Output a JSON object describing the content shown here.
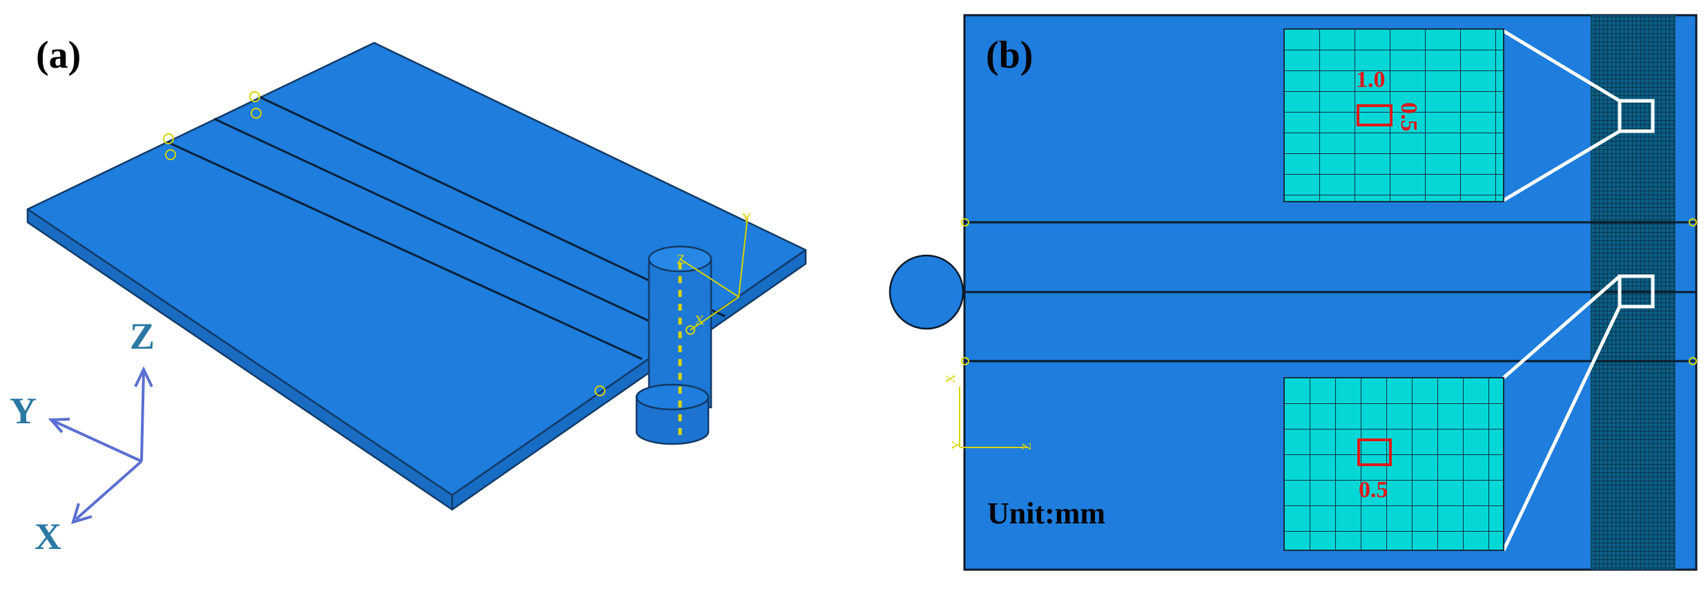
{
  "panel_a": {
    "label": "(a)",
    "triad": {
      "x": "X",
      "y": "Y",
      "z": "Z"
    },
    "local_axes": {
      "y": "Y",
      "z": "Z",
      "x": "X"
    }
  },
  "panel_b": {
    "label": "(b)",
    "unit_text": "Unit:mm",
    "local_axes": {
      "x": "X",
      "y": "Y",
      "z": "Z"
    },
    "zoom_top": {
      "width_label": "1.0",
      "height_label": "0.5"
    },
    "zoom_bottom": {
      "size_label": "0.5"
    }
  },
  "colors": {
    "part_blue": "#1e7ddd",
    "mesh_cyan": "#05d7d7",
    "triad_blue": "#5a6fd2",
    "triad_text": "#2a78a3",
    "annotation_red": "#e01818",
    "cs_yellow": "#d8d400"
  }
}
